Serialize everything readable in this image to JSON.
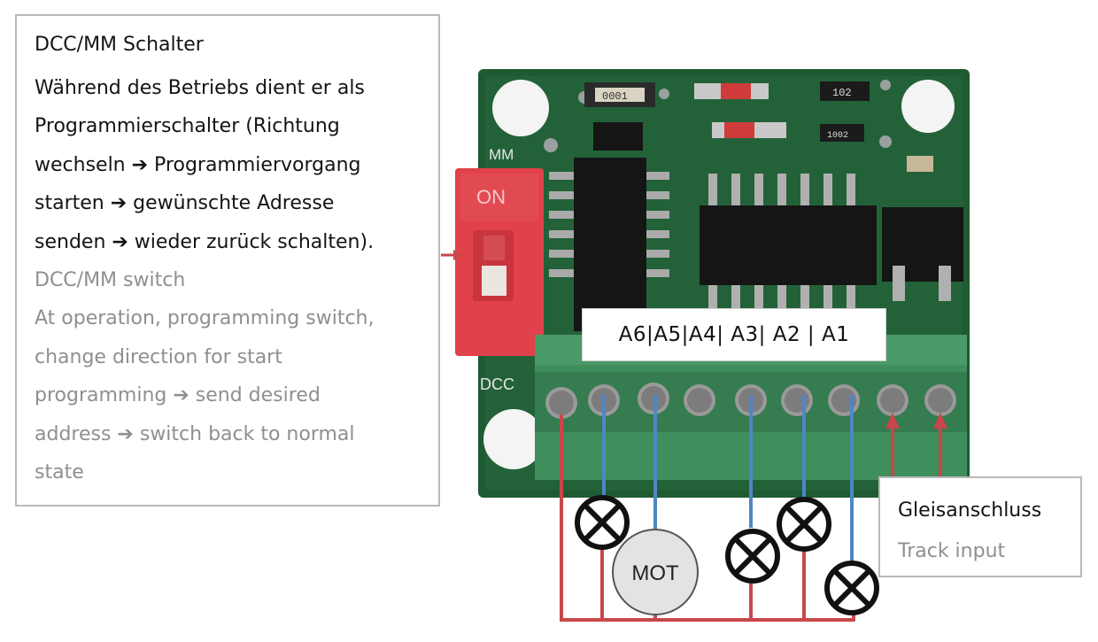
{
  "info_box": {
    "title_de": "DCC/MM Schalter",
    "lines_de": [
      "Während des Betriebs dient er als",
      "Programmierschalter (Richtung",
      "wechseln ➔ Programmiervorgang",
      "starten ➔ gewünschte Adresse",
      "senden ➔ wieder zurück schalten)."
    ],
    "title_en": "DCC/MM switch",
    "lines_en": [
      "At operation, programming switch,",
      "change direction for start",
      "programming ➔ send desired",
      "address ➔ switch back to normal",
      "state"
    ]
  },
  "terminal_label": "A6|A5|A4| A3| A2 | A1",
  "track_box": {
    "label_de": "Gleisanschluss",
    "label_en": "Track input"
  },
  "board": {
    "switch_label": "ON",
    "mm_label": "MM",
    "dcc_label": "DCC",
    "resistor_1": "102",
    "resistor_2": "1002",
    "resistor_3": "0001"
  },
  "motor_label": "MOT",
  "colors": {
    "pcb": "#1f5a33",
    "terminal_block": "#3f8f5d",
    "switch": "#e0414a",
    "wire_red": "#c8474a",
    "wire_blue": "#4f86c6"
  }
}
